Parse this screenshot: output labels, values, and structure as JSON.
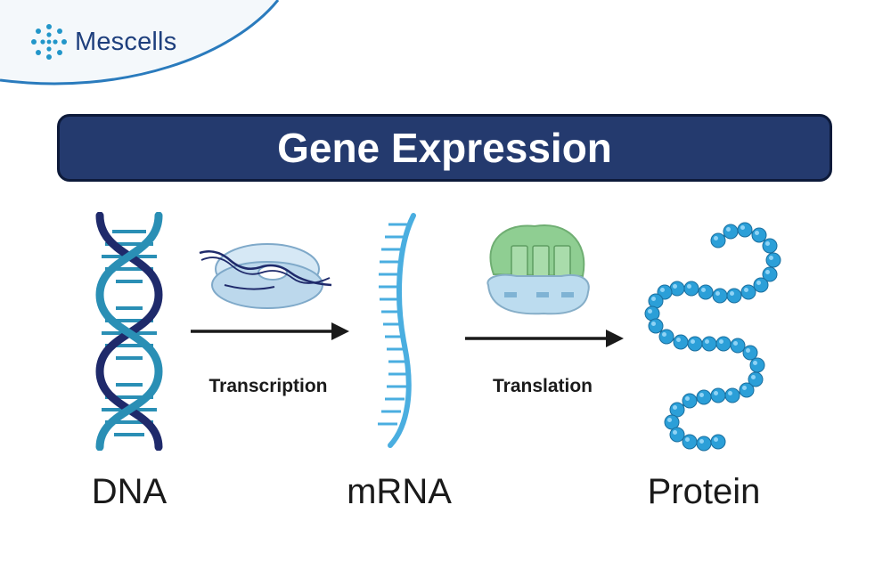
{
  "brand": {
    "name": "Mescells"
  },
  "title": "Gene Expression",
  "stages": [
    {
      "label": "DNA"
    },
    {
      "label": "mRNA"
    },
    {
      "label": "Protein"
    }
  ],
  "processes": [
    {
      "label": "Transcription"
    },
    {
      "label": "Translation"
    }
  ],
  "colors": {
    "brand_blue": "#1e3f7d",
    "banner_bg": "#243a6e",
    "dna_dark": "#1f2a6b",
    "dna_teal": "#2a8fb5",
    "rna_blue": "#4aaee0",
    "protein_bead": "#2b9fd8",
    "ribosome_green": "#8fce92",
    "polymerase_blue": "#bcd8ec"
  },
  "icons": [
    "mescells-logo-icon",
    "dna-helix-icon",
    "rna-polymerase-icon",
    "mrna-strand-icon",
    "ribosome-icon",
    "protein-chain-icon",
    "arrow-right-icon"
  ]
}
